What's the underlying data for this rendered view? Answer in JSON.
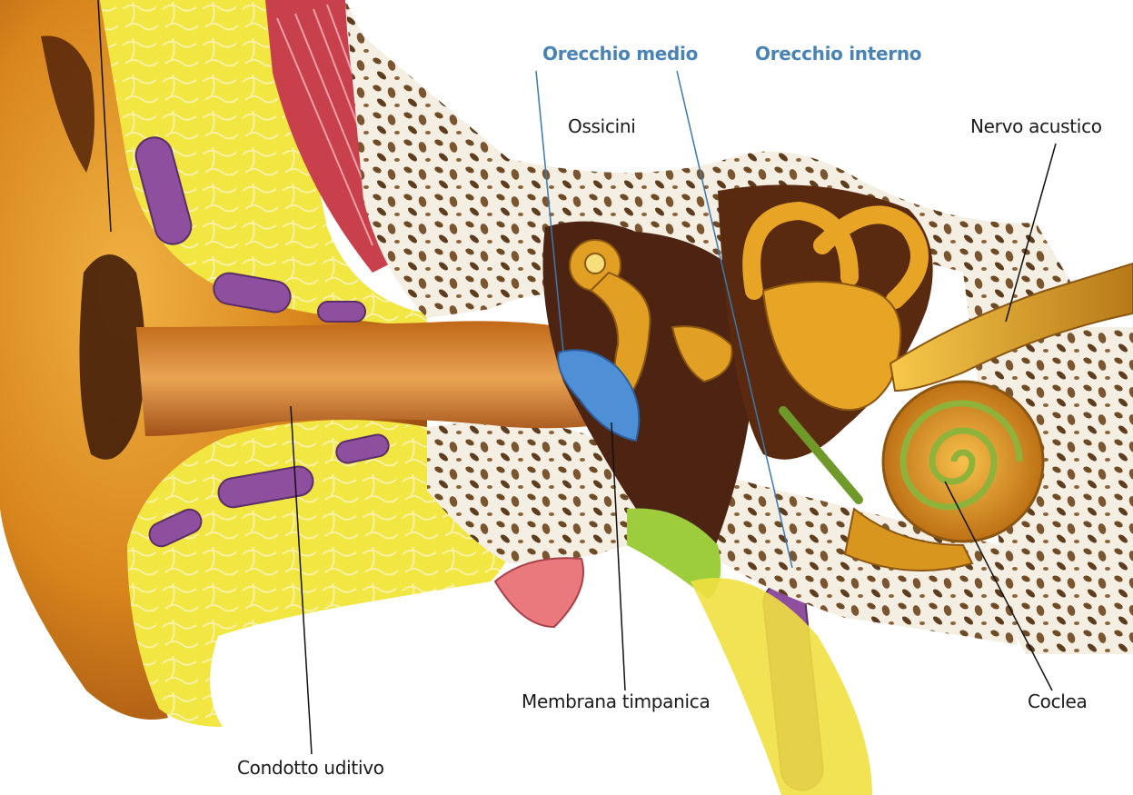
{
  "labels": {
    "orecchio_medio": "Orecchio medio",
    "orecchio_interno": "Orecchio interno",
    "ossicini": "Ossicini",
    "nervo_acustico": "Nervo acustico",
    "membrana_timpanica": "Membrana timpanica",
    "coclea": "Coclea",
    "condotto_uditivo": "Condotto uditivo"
  },
  "colors": {
    "region_label": "#4a84b6",
    "leader_region": "#3a78b0",
    "leader_plain": "#111111",
    "outer_ear": "#dc8e1c",
    "canal": "#b4621c",
    "tissue": "#f1e642",
    "gland": "#8d4f9e",
    "muscle": "#c9404d",
    "bone": "#f5efe2",
    "tympanum": "#4f8fd6",
    "cochlea": "#d9961e",
    "cochlea_stripe": "#8fb33a"
  }
}
